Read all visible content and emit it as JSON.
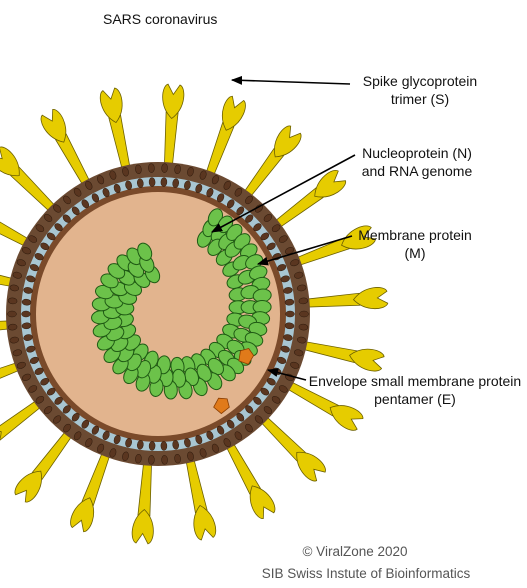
{
  "title": "SARS coronavirus",
  "labels": {
    "spike": [
      "Spike glycoprotein",
      "trimer (S)"
    ],
    "nucleoprotein": [
      "Nucleoprotein (N)",
      "and RNA genome"
    ],
    "membrane": [
      "Membrane protein",
      "(M)"
    ],
    "envelope": [
      "Envelope small membrane protein",
      "pentamer (E)"
    ]
  },
  "credits": {
    "copyright": "© ViralZone 2020",
    "institute": "SIB Swiss Instute of Bioinformatics"
  },
  "colors": {
    "spike": "#e6cc00",
    "spike_outline": "#6b5f00",
    "membrane_protein": "#7a4a2a",
    "lipid_layer": "#a8c6d2",
    "core": "#e2b48e",
    "nucleoprotein": "#6cc24a",
    "nucleoprotein_outline": "#1f5a14",
    "envelope_protein": "#e07a1a"
  }
}
